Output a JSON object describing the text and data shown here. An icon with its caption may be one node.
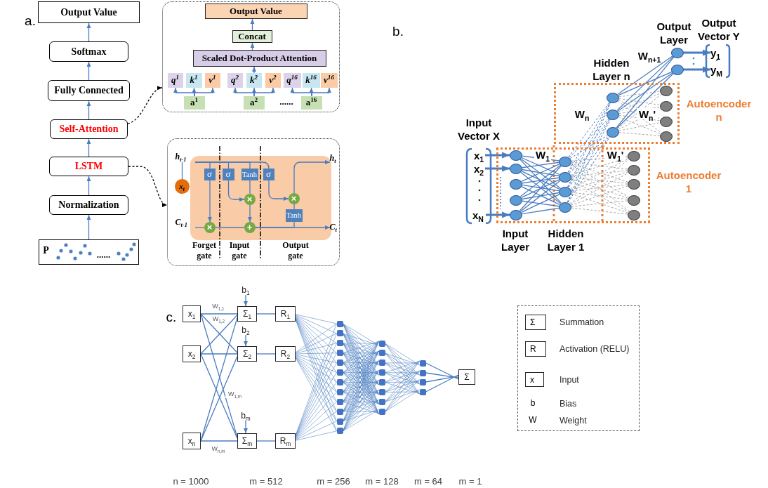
{
  "diagram": {
    "nodes": [
      {
        "text": [
          "Output Value"
        ]
      },
      {
        "text": [
          "Softmax"
        ]
      },
      {
        "text": [
          "Fully Connected"
        ]
      },
      {
        "text": [
          "Self-Attention"
        ]
      },
      {
        "text": [
          "LSTM"
        ]
      },
      {
        "text": [
          "Normalization"
        ]
      },
      {
        "text": [
          "P",
          "......"
        ]
      },
      {
        "text": [],
        "shape": "box"
      },
      {
        "text": [
          "Output Value"
        ],
        "in": 7
      },
      {
        "text": [
          "Concat"
        ],
        "in": 7
      },
      {
        "text": [
          "Scaled Dot-Product Attention"
        ],
        "in": 7
      },
      {
        "text": [
          "q$^{1}$"
        ],
        "in": 7
      },
      {
        "text": [
          "k$^{1}$"
        ],
        "in": 7
      },
      {
        "text": [
          "v$^{1}$"
        ],
        "in": 7
      },
      {
        "text": [
          "q$^{2}$"
        ],
        "in": 7
      },
      {
        "text": [
          "k$^{2}$"
        ],
        "in": 7
      },
      {
        "text": [
          "v$^{2}$"
        ],
        "in": 7
      },
      {
        "text": [
          "q$^{16}$"
        ],
        "in": 7
      },
      {
        "text": [
          "k$^{16}$"
        ],
        "in": 7
      },
      {
        "text": [
          "v$^{16}$"
        ],
        "in": 7
      },
      {
        "text": [
          "a$^{1}$"
        ],
        "in": 7
      },
      {
        "text": [
          "a$^{2}$"
        ],
        "in": 7
      },
      {
        "text": [
          "a$^{16}$"
        ],
        "in": 7
      },
      {
        "text": [],
        "shape": "box"
      },
      {
        "text": [
          "h$_{t-1}$"
        ],
        "in": 23
      },
      {
        "text": [
          "h$_{t}$"
        ],
        "in": 23
      },
      {
        "text": [
          "x$_{t}$"
        ],
        "in": 23
      },
      {
        "text": [
          "σ"
        ],
        "in": 23
      },
      {
        "text": [
          "σ"
        ],
        "in": 23
      },
      {
        "text": [
          "Tanh"
        ],
        "in": 23
      },
      {
        "text": [
          "σ"
        ],
        "in": 23
      },
      {
        "text": [
          "×"
        ],
        "in": 23
      },
      {
        "text": [
          "×"
        ],
        "in": 23
      },
      {
        "text": [
          "Tanh"
        ],
        "in": 23
      },
      {
        "text": [
          "C$_{t-1}$"
        ],
        "in": 23
      },
      {
        "text": [
          "×"
        ],
        "in": 23
      },
      {
        "text": [
          "+"
        ],
        "in": 23
      },
      {
        "text": [
          "C$_{t}$"
        ],
        "in": 23
      },
      {
        "text": [
          "y$_{1}$"
        ]
      },
      {
        "text": [
          "y$_{M}$"
        ]
      },
      {
        "text": [],
        "shape": "circle"
      },
      {
        "text": [],
        "shape": "circle"
      },
      {
        "text": [
          "Autoencoder n"
        ]
      },
      {
        "text": [],
        "shape": "circle",
        "in": 42
      },
      {
        "text": [],
        "shape": "circle",
        "in": 42
      },
      {
        "text": [],
        "shape": "circle",
        "in": 42
      },
      {
        "text": [],
        "shape": "circle",
        "in": 42
      },
      {
        "text": [],
        "shape": "circle",
        "in": 42
      },
      {
        "text": [],
        "shape": "circle",
        "in": 42
      },
      {
        "text": [],
        "shape": "circle",
        "in": 42
      },
      {
        "text": [
          "x$_{1}$"
        ]
      },
      {
        "text": [
          "x$_{2}$"
        ]
      },
      {
        "text": [
          "x$_{N}$"
        ]
      },
      {
        "text": [
          "Autoencoder 1"
        ]
      },
      {
        "text": [],
        "shape": "circle",
        "in": 53
      },
      {
        "text": [],
        "shape": "circle",
        "in": 53
      },
      {
        "text": [],
        "shape": "circle",
        "in": 53
      },
      {
        "text": [],
        "shape": "circle",
        "in": 53
      },
      {
        "text": [],
        "shape": "circle",
        "in": 53
      },
      {
        "text": [],
        "shape": "circle",
        "in": 53
      },
      {
        "text": [],
        "shape": "circle",
        "in": 53
      },
      {
        "text": [],
        "shape": "circle",
        "in": 53
      },
      {
        "text": [],
        "shape": "circle",
        "in": 53
      },
      {
        "text": [],
        "shape": "circle",
        "in": 53
      },
      {
        "text": [],
        "shape": "circle",
        "in": 53
      },
      {
        "text": [],
        "shape": "circle",
        "in": 53
      },
      {
        "text": [],
        "shape": "circle",
        "in": 53
      },
      {
        "text": [],
        "shape": "circle",
        "in": 53
      },
      {
        "text": [
          "b$_{1}$"
        ]
      },
      {
        "text": [
          "x$_{1}$"
        ]
      },
      {
        "text": [
          "Σ$_{1}$"
        ]
      },
      {
        "text": [
          "R$_{1}$"
        ]
      },
      {
        "text": [
          "b$_{2}$"
        ]
      },
      {
        "text": [
          "x$_{2}$"
        ]
      },
      {
        "text": [
          "Σ$_{2}$"
        ]
      },
      {
        "text": [
          "R$_{2}$"
        ]
      },
      {
        "text": [
          "b$_{m}$"
        ]
      },
      {
        "text": [
          "x$_{n}$"
        ]
      },
      {
        "text": [
          "Σ$_{m}$"
        ]
      },
      {
        "text": [
          "R$_{m}$"
        ]
      },
      {
        "text": [],
        "shape": "box"
      },
      {
        "text": [],
        "shape": "box"
      },
      {
        "text": [],
        "shape": "box"
      },
      {
        "text": [],
        "shape": "box"
      },
      {
        "text": [],
        "shape": "box"
      },
      {
        "text": [],
        "shape": "box"
      },
      {
        "text": [],
        "shape": "box"
      },
      {
        "text": [],
        "shape": "box"
      },
      {
        "text": [],
        "shape": "box"
      },
      {
        "text": [],
        "shape": "box"
      },
      {
        "text": [],
        "shape": "box"
      },
      {
        "text": [],
        "shape": "box"
      },
      {
        "text": [],
        "shape": "box"
      },
      {
        "text": [],
        "shape": "box"
      },
      {
        "text": [],
        "shape": "box"
      },
      {
        "text": [],
        "shape": "box"
      },
      {
        "text": [],
        "shape": "box"
      },
      {
        "text": [],
        "shape": "box"
      },
      {
        "text": [],
        "shape": "box"
      },
      {
        "text": [],
        "shape": "box"
      },
      {
        "text": [],
        "shape": "box"
      },
      {
        "text": [],
        "shape": "box"
      },
      {
        "text": [],
        "shape": "box"
      },
      {
        "text": [],
        "shape": "box"
      },
      {
        "text": [
          "Σ"
        ]
      }
    ],
    "edges": [
      {
        "from": 6,
        "to": 5,
        "arrow": "to"
      },
      {
        "from": 5,
        "to": 4,
        "arrow": "to"
      },
      {
        "from": 4,
        "to": 3,
        "arrow": "to"
      },
      {
        "from": 3,
        "to": 2,
        "arrow": "to"
      },
      {
        "from": 2,
        "to": 1,
        "arrow": "to"
      },
      {
        "from": 1,
        "to": 0,
        "arrow": "to"
      },
      {
        "from": 3,
        "to": 7,
        "arrow": "to",
        "style": "dashed",
        "color": "#000000"
      },
      {
        "from": 4,
        "to": 23,
        "arrow": "to",
        "style": "dashed",
        "color": "#000000"
      },
      {
        "from": 20,
        "to": 11,
        "arrow": "to"
      },
      {
        "from": 20,
        "to": 12,
        "arrow": "to"
      },
      {
        "from": 20,
        "to": 13,
        "arrow": "to"
      },
      {
        "from": 21,
        "to": 14,
        "arrow": "to"
      },
      {
        "from": 21,
        "to": 15,
        "arrow": "to"
      },
      {
        "from": 21,
        "to": 16,
        "arrow": "to"
      },
      {
        "from": 22,
        "to": 17,
        "arrow": "to"
      },
      {
        "from": 22,
        "to": 18,
        "arrow": "to"
      },
      {
        "from": 22,
        "to": 19,
        "arrow": "to"
      },
      {
        "from": 15,
        "to": 10,
        "arrow": "to"
      },
      {
        "from": 10,
        "to": 9,
        "arrow": "to"
      },
      {
        "from": 9,
        "to": 8,
        "arrow": "to"
      },
      {
        "from": 26,
        "to": 24,
        "arrow": "none"
      },
      {
        "from": 24,
        "to": 27,
        "arrow": "none"
      },
      {
        "from": 24,
        "to": 28,
        "arrow": "none"
      },
      {
        "from": 24,
        "to": 29,
        "arrow": "none"
      },
      {
        "from": 24,
        "to": 30,
        "arrow": "none"
      },
      {
        "from": 27,
        "to": 35,
        "arrow": "to"
      },
      {
        "from": 28,
        "to": 31,
        "arrow": "to"
      },
      {
        "from": 29,
        "to": 31,
        "arrow": "none"
      },
      {
        "from": 31,
        "to": 36,
        "arrow": "to"
      },
      {
        "from": 30,
        "to": 32,
        "arrow": "to"
      },
      {
        "from": 33,
        "to": 32,
        "arrow": "none"
      },
      {
        "from": 32,
        "to": 25,
        "arrow": "to"
      },
      {
        "from": 34,
        "to": 35,
        "arrow": "none"
      },
      {
        "from": 35,
        "to": 36,
        "arrow": "none"
      },
      {
        "from": 36,
        "to": 37,
        "arrow": "to"
      },
      {
        "from": 36,
        "to": 33,
        "arrow": "none"
      },
      {
        "from": 50,
        "to": 54,
        "arrow": "to",
        "style": "thick"
      },
      {
        "from": 51,
        "to": 55,
        "arrow": "to",
        "style": "thick"
      },
      {
        "from": 52,
        "to": 58,
        "arrow": "to",
        "style": "thick"
      },
      {
        "from": 40,
        "to": 38,
        "arrow": "to",
        "style": "thick"
      },
      {
        "from": 41,
        "to": 39,
        "arrow": "to",
        "style": "thick"
      },
      {
        "from": 54,
        "to": 59,
        "arrow": "none"
      },
      {
        "from": 54,
        "to": 60,
        "arrow": "none"
      },
      {
        "from": 54,
        "to": 61,
        "arrow": "none"
      },
      {
        "from": 54,
        "to": 62,
        "arrow": "none"
      },
      {
        "from": 55,
        "to": 59,
        "arrow": "none"
      },
      {
        "from": 55,
        "to": 60,
        "arrow": "none"
      },
      {
        "from": 55,
        "to": 61,
        "arrow": "none"
      },
      {
        "from": 55,
        "to": 62,
        "arrow": "none"
      },
      {
        "from": 56,
        "to": 59,
        "arrow": "none"
      },
      {
        "from": 56,
        "to": 60,
        "arrow": "none"
      },
      {
        "from": 56,
        "to": 61,
        "arrow": "none"
      },
      {
        "from": 56,
        "to": 62,
        "arrow": "none"
      },
      {
        "from": 57,
        "to": 59,
        "arrow": "none"
      },
      {
        "from": 57,
        "to": 60,
        "arrow": "none"
      },
      {
        "from": 57,
        "to": 61,
        "arrow": "none"
      },
      {
        "from": 57,
        "to": 62,
        "arrow": "none"
      },
      {
        "from": 58,
        "to": 59,
        "arrow": "none"
      },
      {
        "from": 58,
        "to": 60,
        "arrow": "none"
      },
      {
        "from": 58,
        "to": 61,
        "arrow": "none"
      },
      {
        "from": 58,
        "to": 62,
        "arrow": "none"
      },
      {
        "from": 59,
        "to": 63,
        "arrow": "none",
        "style": "dashed",
        "color": "#a6a6a6"
      },
      {
        "from": 59,
        "to": 64,
        "arrow": "none",
        "style": "dashed",
        "color": "#a6a6a6"
      },
      {
        "from": 59,
        "to": 65,
        "arrow": "none",
        "style": "dashed",
        "color": "#a6a6a6"
      },
      {
        "from": 59,
        "to": 66,
        "arrow": "none",
        "style": "dashed",
        "color": "#a6a6a6"
      },
      {
        "from": 59,
        "to": 67,
        "arrow": "none",
        "style": "dashed",
        "color": "#a6a6a6"
      },
      {
        "from": 60,
        "to": 63,
        "arrow": "none",
        "style": "dashed",
        "color": "#a6a6a6"
      },
      {
        "from": 60,
        "to": 64,
        "arrow": "none",
        "style": "dashed",
        "color": "#a6a6a6"
      },
      {
        "from": 60,
        "to": 65,
        "arrow": "none",
        "style": "dashed",
        "color": "#a6a6a6"
      },
      {
        "from": 60,
        "to": 66,
        "arrow": "none",
        "style": "dashed",
        "color": "#a6a6a6"
      },
      {
        "from": 60,
        "to": 67,
        "arrow": "none",
        "style": "dashed",
        "color": "#a6a6a6"
      },
      {
        "from": 61,
        "to": 63,
        "arrow": "none",
        "style": "dashed",
        "color": "#a6a6a6"
      },
      {
        "from": 61,
        "to": 64,
        "arrow": "none",
        "style": "dashed",
        "color": "#a6a6a6"
      },
      {
        "from": 61,
        "to": 65,
        "arrow": "none",
        "style": "dashed",
        "color": "#a6a6a6"
      },
      {
        "from": 61,
        "to": 66,
        "arrow": "none",
        "style": "dashed",
        "color": "#a6a6a6"
      },
      {
        "from": 61,
        "to": 67,
        "arrow": "none",
        "style": "dashed",
        "color": "#a6a6a6"
      },
      {
        "from": 62,
        "to": 63,
        "arrow": "none",
        "style": "dashed",
        "color": "#a6a6a6"
      },
      {
        "from": 62,
        "to": 64,
        "arrow": "none",
        "style": "dashed",
        "color": "#a6a6a6"
      },
      {
        "from": 62,
        "to": 65,
        "arrow": "none",
        "style": "dashed",
        "color": "#a6a6a6"
      },
      {
        "from": 62,
        "to": 66,
        "arrow": "none",
        "style": "dashed",
        "color": "#a6a6a6"
      },
      {
        "from": 62,
        "to": 67,
        "arrow": "none",
        "style": "dashed",
        "color": "#a6a6a6"
      },
      {
        "from": 59,
        "to": 43,
        "arrow": "none",
        "style": "dashed"
      },
      {
        "from": 59,
        "to": 44,
        "arrow": "none",
        "style": "dashed"
      },
      {
        "from": 59,
        "to": 45,
        "arrow": "none",
        "style": "dashed"
      },
      {
        "from": 60,
        "to": 43,
        "arrow": "none",
        "style": "dashed"
      },
      {
        "from": 60,
        "to": 44,
        "arrow": "none",
        "style": "dashed"
      },
      {
        "from": 60,
        "to": 45,
        "arrow": "none",
        "style": "dashed"
      },
      {
        "from": 61,
        "to": 43,
        "arrow": "none",
        "style": "dashed"
      },
      {
        "from": 61,
        "to": 44,
        "arrow": "none",
        "style": "dashed"
      },
      {
        "from": 61,
        "to": 45,
        "arrow": "none",
        "style": "dashed"
      },
      {
        "from": 62,
        "to": 43,
        "arrow": "none",
        "style": "dashed"
      },
      {
        "from": 62,
        "to": 44,
        "arrow": "none",
        "style": "dashed"
      },
      {
        "from": 62,
        "to": 45,
        "arrow": "none",
        "style": "dashed"
      },
      {
        "from": 43,
        "to": 46,
        "arrow": "none",
        "style": "dashed",
        "color": "#a6a6a6"
      },
      {
        "from": 43,
        "to": 47,
        "arrow": "none",
        "style": "dashed",
        "color": "#a6a6a6"
      },
      {
        "from": 43,
        "to": 48,
        "arrow": "none",
        "style": "dashed",
        "color": "#a6a6a6"
      },
      {
        "from": 43,
        "to": 49,
        "arrow": "none",
        "style": "dashed",
        "color": "#a6a6a6"
      },
      {
        "from": 44,
        "to": 46,
        "arrow": "none",
        "style": "dashed",
        "color": "#a6a6a6"
      },
      {
        "from": 44,
        "to": 47,
        "arrow": "none",
        "style": "dashed",
        "color": "#a6a6a6"
      },
      {
        "from": 44,
        "to": 48,
        "arrow": "none",
        "style": "dashed",
        "color": "#a6a6a6"
      },
      {
        "from": 44,
        "to": 49,
        "arrow": "none",
        "style": "dashed",
        "color": "#a6a6a6"
      },
      {
        "from": 45,
        "to": 46,
        "arrow": "none",
        "style": "dashed",
        "color": "#a6a6a6"
      },
      {
        "from": 45,
        "to": 47,
        "arrow": "none",
        "style": "dashed",
        "color": "#a6a6a6"
      },
      {
        "from": 45,
        "to": 48,
        "arrow": "none",
        "style": "dashed",
        "color": "#a6a6a6"
      },
      {
        "from": 45,
        "to": 49,
        "arrow": "none",
        "style": "dashed",
        "color": "#a6a6a6"
      },
      {
        "from": 43,
        "to": 40,
        "arrow": "none"
      },
      {
        "from": 43,
        "to": 41,
        "arrow": "none"
      },
      {
        "from": 44,
        "to": 40,
        "arrow": "none"
      },
      {
        "from": 44,
        "to": 41,
        "arrow": "none"
      },
      {
        "from": 45,
        "to": 40,
        "arrow": "none"
      },
      {
        "from": 45,
        "to": 41,
        "arrow": "none"
      },
      {
        "from": 68,
        "to": 70,
        "arrow": "to"
      },
      {
        "from": 72,
        "to": 74,
        "arrow": "to"
      },
      {
        "from": 76,
        "to": 78,
        "arrow": "to"
      },
      {
        "from": 69,
        "to": 70,
        "arrow": "none"
      },
      {
        "from": 69,
        "to": 74,
        "arrow": "none"
      },
      {
        "from": 69,
        "to": 78,
        "arrow": "none"
      },
      {
        "from": 73,
        "to": 70,
        "arrow": "none"
      },
      {
        "from": 73,
        "to": 74,
        "arrow": "none"
      },
      {
        "from": 73,
        "to": 78,
        "arrow": "none"
      },
      {
        "from": 77,
        "to": 70,
        "arrow": "none"
      },
      {
        "from": 77,
        "to": 74,
        "arrow": "none"
      },
      {
        "from": 77,
        "to": 78,
        "arrow": "none"
      },
      {
        "from": 70,
        "to": 71,
        "arrow": "none"
      },
      {
        "from": 74,
        "to": 75,
        "arrow": "none"
      },
      {
        "from": 78,
        "to": 79,
        "arrow": "none"
      },
      {
        "from": 71,
        "to": 80,
        "arrow": "none"
      },
      {
        "from": 71,
        "to": 81,
        "arrow": "none"
      },
      {
        "from": 71,
        "to": 82,
        "arrow": "none"
      },
      {
        "from": 71,
        "to": 83,
        "arrow": "none"
      },
      {
        "from": 71,
        "to": 84,
        "arrow": "none"
      },
      {
        "from": 71,
        "to": 85,
        "arrow": "none"
      },
      {
        "from": 71,
        "to": 86,
        "arrow": "none"
      },
      {
        "from": 71,
        "to": 87,
        "arrow": "none"
      },
      {
        "from": 71,
        "to": 88,
        "arrow": "none"
      },
      {
        "from": 71,
        "to": 89,
        "arrow": "none"
      },
      {
        "from": 71,
        "to": 90,
        "arrow": "none"
      },
      {
        "from": 71,
        "to": 91,
        "arrow": "none"
      },
      {
        "from": 75,
        "to": 80,
        "arrow": "none"
      },
      {
        "from": 75,
        "to": 81,
        "arrow": "none"
      },
      {
        "from": 75,
        "to": 82,
        "arrow": "none"
      },
      {
        "from": 75,
        "to": 83,
        "arrow": "none"
      },
      {
        "from": 75,
        "to": 84,
        "arrow": "none"
      },
      {
        "from": 75,
        "to": 85,
        "arrow": "none"
      },
      {
        "from": 75,
        "to": 86,
        "arrow": "none"
      },
      {
        "from": 75,
        "to": 87,
        "arrow": "none"
      },
      {
        "from": 75,
        "to": 88,
        "arrow": "none"
      },
      {
        "from": 75,
        "to": 89,
        "arrow": "none"
      },
      {
        "from": 75,
        "to": 90,
        "arrow": "none"
      },
      {
        "from": 75,
        "to": 91,
        "arrow": "none"
      },
      {
        "from": 79,
        "to": 80,
        "arrow": "none"
      },
      {
        "from": 79,
        "to": 81,
        "arrow": "none"
      },
      {
        "from": 79,
        "to": 82,
        "arrow": "none"
      },
      {
        "from": 79,
        "to": 83,
        "arrow": "none"
      },
      {
        "from": 79,
        "to": 84,
        "arrow": "none"
      },
      {
        "from": 79,
        "to": 85,
        "arrow": "none"
      },
      {
        "from": 79,
        "to": 86,
        "arrow": "none"
      },
      {
        "from": 79,
        "to": 87,
        "arrow": "none"
      },
      {
        "from": 79,
        "to": 88,
        "arrow": "none"
      },
      {
        "from": 79,
        "to": 89,
        "arrow": "none"
      },
      {
        "from": 79,
        "to": 90,
        "arrow": "none"
      },
      {
        "from": 79,
        "to": 91,
        "arrow": "none"
      },
      {
        "from": 80,
        "to": 92,
        "arrow": "none"
      },
      {
        "from": 80,
        "to": 93,
        "arrow": "none"
      },
      {
        "from": 80,
        "to": 94,
        "arrow": "none"
      },
      {
        "from": 80,
        "to": 95,
        "arrow": "none"
      },
      {
        "from": 80,
        "to": 96,
        "arrow": "none"
      },
      {
        "from": 80,
        "to": 97,
        "arrow": "none"
      },
      {
        "from": 80,
        "to": 98,
        "arrow": "none"
      },
      {
        "from": 80,
        "to": 99,
        "arrow": "none"
      },
      {
        "from": 81,
        "to": 92,
        "arrow": "none"
      },
      {
        "from": 81,
        "to": 93,
        "arrow": "none"
      },
      {
        "from": 81,
        "to": 94,
        "arrow": "none"
      },
      {
        "from": 81,
        "to": 95,
        "arrow": "none"
      },
      {
        "from": 81,
        "to": 96,
        "arrow": "none"
      },
      {
        "from": 81,
        "to": 97,
        "arrow": "none"
      },
      {
        "from": 81,
        "to": 98,
        "arrow": "none"
      },
      {
        "from": 81,
        "to": 99,
        "arrow": "none"
      },
      {
        "from": 82,
        "to": 92,
        "arrow": "none"
      },
      {
        "from": 82,
        "to": 93,
        "arrow": "none"
      },
      {
        "from": 82,
        "to": 94,
        "arrow": "none"
      },
      {
        "from": 82,
        "to": 95,
        "arrow": "none"
      },
      {
        "from": 82,
        "to": 96,
        "arrow": "none"
      },
      {
        "from": 82,
        "to": 97,
        "arrow": "none"
      },
      {
        "from": 82,
        "to": 98,
        "arrow": "none"
      },
      {
        "from": 82,
        "to": 99,
        "arrow": "none"
      },
      {
        "from": 83,
        "to": 92,
        "arrow": "none"
      },
      {
        "from": 83,
        "to": 93,
        "arrow": "none"
      },
      {
        "from": 83,
        "to": 94,
        "arrow": "none"
      },
      {
        "from": 83,
        "to": 95,
        "arrow": "none"
      },
      {
        "from": 83,
        "to": 96,
        "arrow": "none"
      },
      {
        "from": 83,
        "to": 97,
        "arrow": "none"
      },
      {
        "from": 83,
        "to": 98,
        "arrow": "none"
      },
      {
        "from": 83,
        "to": 99,
        "arrow": "none"
      },
      {
        "from": 84,
        "to": 92,
        "arrow": "none"
      },
      {
        "from": 84,
        "to": 93,
        "arrow": "none"
      },
      {
        "from": 84,
        "to": 94,
        "arrow": "none"
      },
      {
        "from": 84,
        "to": 95,
        "arrow": "none"
      },
      {
        "from": 84,
        "to": 96,
        "arrow": "none"
      },
      {
        "from": 84,
        "to": 97,
        "arrow": "none"
      },
      {
        "from": 84,
        "to": 98,
        "arrow": "none"
      },
      {
        "from": 84,
        "to": 99,
        "arrow": "none"
      },
      {
        "from": 85,
        "to": 92,
        "arrow": "none"
      },
      {
        "from": 85,
        "to": 93,
        "arrow": "none"
      },
      {
        "from": 85,
        "to": 94,
        "arrow": "none"
      },
      {
        "from": 85,
        "to": 95,
        "arrow": "none"
      },
      {
        "from": 85,
        "to": 96,
        "arrow": "none"
      },
      {
        "from": 85,
        "to": 97,
        "arrow": "none"
      },
      {
        "from": 85,
        "to": 98,
        "arrow": "none"
      },
      {
        "from": 85,
        "to": 99,
        "arrow": "none"
      },
      {
        "from": 86,
        "to": 92,
        "arrow": "none"
      },
      {
        "from": 86,
        "to": 93,
        "arrow": "none"
      },
      {
        "from": 86,
        "to": 94,
        "arrow": "none"
      },
      {
        "from": 86,
        "to": 95,
        "arrow": "none"
      },
      {
        "from": 86,
        "to": 96,
        "arrow": "none"
      },
      {
        "from": 86,
        "to": 97,
        "arrow": "none"
      },
      {
        "from": 86,
        "to": 98,
        "arrow": "none"
      },
      {
        "from": 86,
        "to": 99,
        "arrow": "none"
      },
      {
        "from": 87,
        "to": 92,
        "arrow": "none"
      },
      {
        "from": 87,
        "to": 93,
        "arrow": "none"
      },
      {
        "from": 87,
        "to": 94,
        "arrow": "none"
      },
      {
        "from": 87,
        "to": 95,
        "arrow": "none"
      },
      {
        "from": 87,
        "to": 96,
        "arrow": "none"
      },
      {
        "from": 87,
        "to": 97,
        "arrow": "none"
      },
      {
        "from": 87,
        "to": 98,
        "arrow": "none"
      },
      {
        "from": 87,
        "to": 99,
        "arrow": "none"
      },
      {
        "from": 88,
        "to": 92,
        "arrow": "none"
      },
      {
        "from": 88,
        "to": 93,
        "arrow": "none"
      },
      {
        "from": 88,
        "to": 94,
        "arrow": "none"
      },
      {
        "from": 88,
        "to": 95,
        "arrow": "none"
      },
      {
        "from": 88,
        "to": 96,
        "arrow": "none"
      },
      {
        "from": 88,
        "to": 97,
        "arrow": "none"
      },
      {
        "from": 88,
        "to": 98,
        "arrow": "none"
      },
      {
        "from": 88,
        "to": 99,
        "arrow": "none"
      },
      {
        "from": 89,
        "to": 92,
        "arrow": "none"
      },
      {
        "from": 89,
        "to": 93,
        "arrow": "none"
      },
      {
        "from": 89,
        "to": 94,
        "arrow": "none"
      },
      {
        "from": 89,
        "to": 95,
        "arrow": "none"
      },
      {
        "from": 89,
        "to": 96,
        "arrow": "none"
      },
      {
        "from": 89,
        "to": 97,
        "arrow": "none"
      },
      {
        "from": 89,
        "to": 98,
        "arrow": "none"
      },
      {
        "from": 89,
        "to": 99,
        "arrow": "none"
      },
      {
        "from": 90,
        "to": 92,
        "arrow": "none"
      },
      {
        "from": 90,
        "to": 93,
        "arrow": "none"
      },
      {
        "from": 90,
        "to": 94,
        "arrow": "none"
      },
      {
        "from": 90,
        "to": 95,
        "arrow": "none"
      },
      {
        "from": 90,
        "to": 96,
        "arrow": "none"
      },
      {
        "from": 90,
        "to": 97,
        "arrow": "none"
      },
      {
        "from": 90,
        "to": 98,
        "arrow": "none"
      },
      {
        "from": 90,
        "to": 99,
        "arrow": "none"
      },
      {
        "from": 91,
        "to": 92,
        "arrow": "none"
      },
      {
        "from": 91,
        "to": 93,
        "arrow": "none"
      },
      {
        "from": 91,
        "to": 94,
        "arrow": "none"
      },
      {
        "from": 91,
        "to": 95,
        "arrow": "none"
      },
      {
        "from": 91,
        "to": 96,
        "arrow": "none"
      },
      {
        "from": 91,
        "to": 97,
        "arrow": "none"
      },
      {
        "from": 91,
        "to": 98,
        "arrow": "none"
      },
      {
        "from": 91,
        "to": 99,
        "arrow": "none"
      },
      {
        "from": 92,
        "to": 100,
        "arrow": "none"
      },
      {
        "from": 92,
        "to": 101,
        "arrow": "none"
      },
      {
        "from": 92,
        "to": 102,
        "arrow": "none"
      },
      {
        "from": 92,
        "to": 103,
        "arrow": "none"
      },
      {
        "from": 93,
        "to": 100,
        "arrow": "none"
      },
      {
        "from": 93,
        "to": 101,
        "arrow": "none"
      },
      {
        "from": 93,
        "to": 102,
        "arrow": "none"
      },
      {
        "from": 93,
        "to": 103,
        "arrow": "none"
      },
      {
        "from": 94,
        "to": 100,
        "arrow": "none"
      },
      {
        "from": 94,
        "to": 101,
        "arrow": "none"
      },
      {
        "from": 94,
        "to": 102,
        "arrow": "none"
      },
      {
        "from": 94,
        "to": 103,
        "arrow": "none"
      },
      {
        "from": 95,
        "to": 100,
        "arrow": "none"
      },
      {
        "from": 95,
        "to": 101,
        "arrow": "none"
      },
      {
        "from": 95,
        "to": 102,
        "arrow": "none"
      },
      {
        "from": 95,
        "to": 103,
        "arrow": "none"
      },
      {
        "from": 96,
        "to": 100,
        "arrow": "none"
      },
      {
        "from": 96,
        "to": 101,
        "arrow": "none"
      },
      {
        "from": 96,
        "to": 102,
        "arrow": "none"
      },
      {
        "from": 96,
        "to": 103,
        "arrow": "none"
      },
      {
        "from": 97,
        "to": 100,
        "arrow": "none"
      },
      {
        "from": 97,
        "to": 101,
        "arrow": "none"
      },
      {
        "from": 97,
        "to": 102,
        "arrow": "none"
      },
      {
        "from": 97,
        "to": 103,
        "arrow": "none"
      },
      {
        "from": 98,
        "to": 100,
        "arrow": "none"
      },
      {
        "from": 98,
        "to": 101,
        "arrow": "none"
      },
      {
        "from": 98,
        "to": 102,
        "arrow": "none"
      },
      {
        "from": 98,
        "to": 103,
        "arrow": "none"
      },
      {
        "from": 99,
        "to": 100,
        "arrow": "none"
      },
      {
        "from": 99,
        "to": 101,
        "arrow": "none"
      },
      {
        "from": 99,
        "to": 102,
        "arrow": "none"
      },
      {
        "from": 99,
        "to": 103,
        "arrow": "none"
      },
      {
        "from": 100,
        "to": 104,
        "arrow": "none"
      },
      {
        "from": 101,
        "to": 104,
        "arrow": "none"
      },
      {
        "from": 102,
        "to": 104,
        "arrow": "none"
      },
      {
        "from": 103,
        "to": 104,
        "arrow": "none"
      }
    ],
    "labels": [
      "a.",
      "......",
      "Forget gate",
      "Input gate",
      "Output gate",
      "b.",
      "Output Layer",
      "Output Vector Y",
      "Hidden Layer n",
      "W$_{n+1}$",
      "W$_{n}$",
      "W$_{n}$'",
      "Input Vector X",
      "W$_{1}$",
      "W$_{1}$'",
      "Input Layer",
      "Hidden Layer 1",
      "c.",
      "W$_{1,1}$",
      "W$_{1,2}$",
      "W$_{1,m}$",
      "W$_{n,m}$",
      "Σ",
      "R",
      "x",
      "b",
      "W",
      "n = 1000",
      "m = 512",
      "m = 256",
      "m = 128",
      "m = 64",
      "m = 1"
    ],
    "legend": [
      {
        "text": "Summation"
      },
      {
        "text": "Activation (RELU)"
      },
      {
        "text": "Input"
      },
      {
        "text": "Bias"
      },
      {
        "text": "Weight"
      }
    ]
  }
}
